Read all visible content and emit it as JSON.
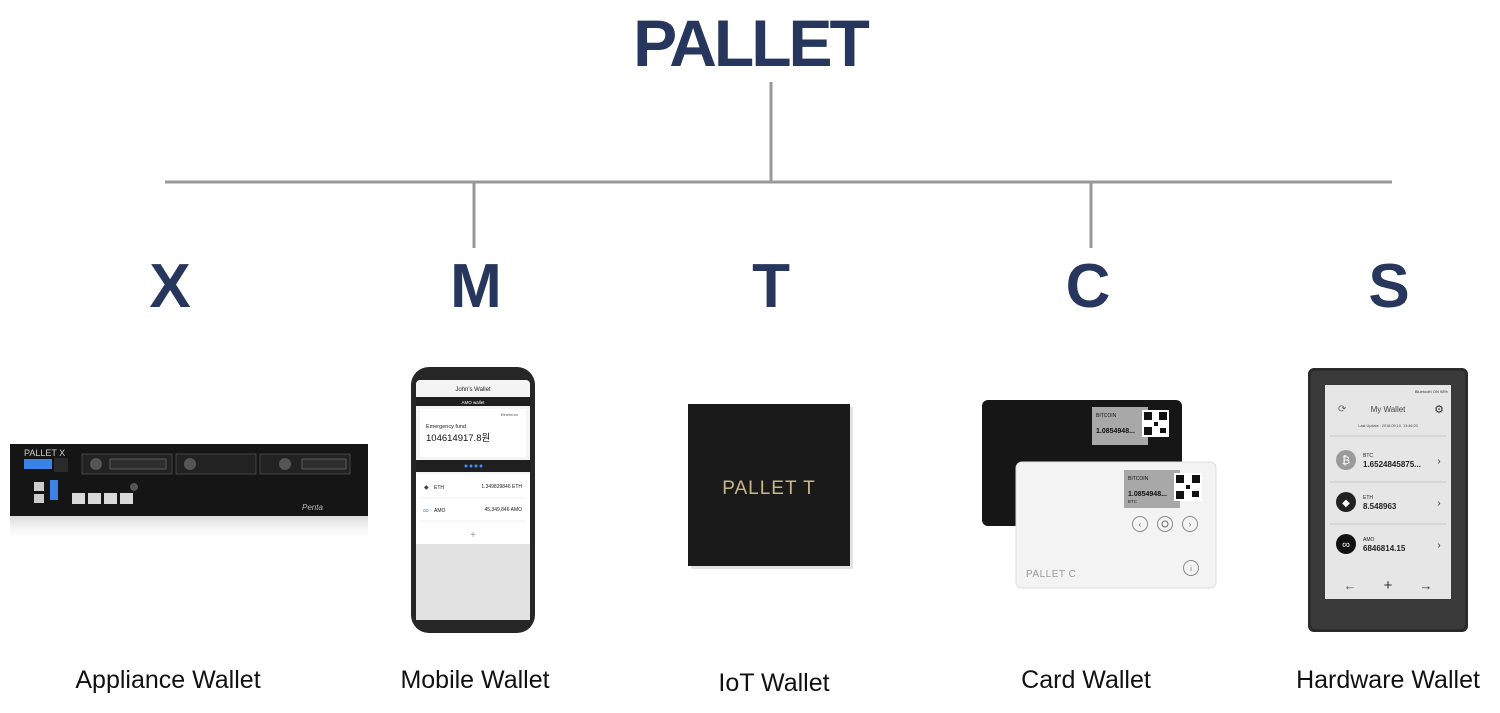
{
  "title": "PALLET",
  "colors": {
    "title": "#26365c",
    "connector": "#999999",
    "caption": "#111111"
  },
  "products": [
    {
      "letter": "X",
      "caption": "Appliance Wallet",
      "device_brand": "PALLET X",
      "device_vendor": "Penta"
    },
    {
      "letter": "M",
      "caption": "Mobile Wallet",
      "screen": {
        "title": "John's Wallet",
        "subtitle": "AMO wallet",
        "network": "Ethereum",
        "card_label": "Emergency fund",
        "card_value": "104614917.8원",
        "assets": [
          {
            "symbol": "ETH",
            "amount": "1.349829846 ETH"
          },
          {
            "symbol": "AMO",
            "amount": "45,349,846 AMO"
          }
        ],
        "add": "+"
      }
    },
    {
      "letter": "T",
      "caption": "IoT Wallet",
      "device_label": "PALLET T"
    },
    {
      "letter": "C",
      "caption": "Card Wallet",
      "card": {
        "coin": "BITCOIN",
        "amount": "1.0854948...",
        "unit": "BTC",
        "brand": "PALLET C"
      }
    },
    {
      "letter": "S",
      "caption": "Hardware Wallet",
      "screen": {
        "title": "My Wallet",
        "status": "Bluetooth ON   98%",
        "last_update": "Last Update : 2018.09.10, 13:46:20",
        "assets": [
          {
            "symbol": "BTC",
            "amount": "1.6524845875..."
          },
          {
            "symbol": "ETH",
            "amount": "8.548963"
          },
          {
            "symbol": "AMO",
            "amount": "6846814.15"
          }
        ],
        "nav": [
          "←",
          "+",
          "→"
        ]
      }
    }
  ]
}
